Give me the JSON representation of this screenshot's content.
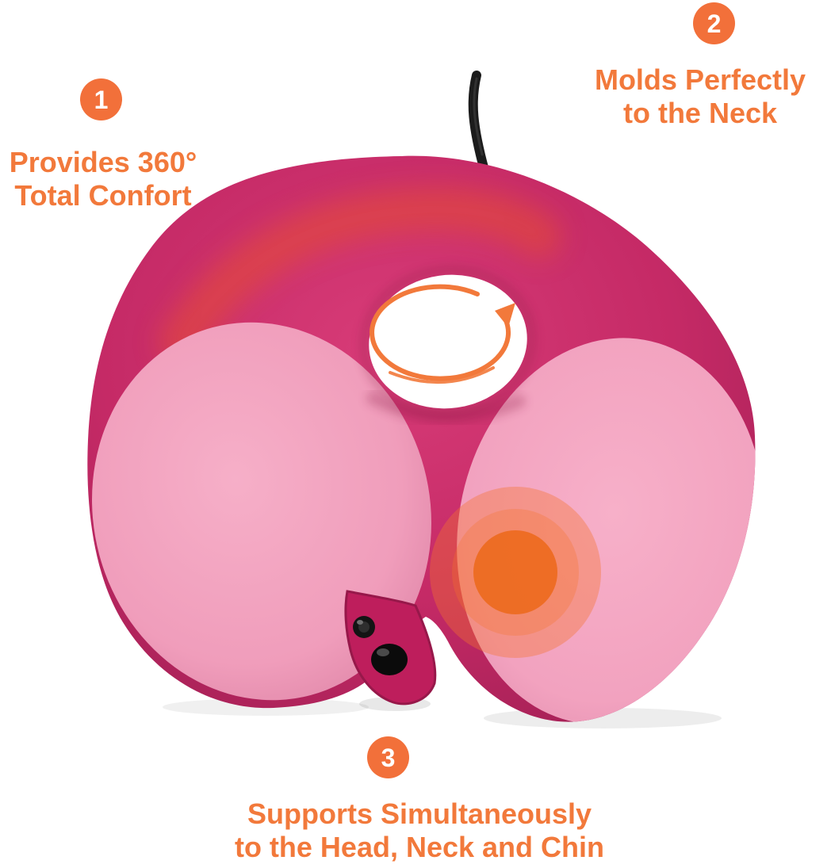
{
  "colors": {
    "accent_orange": "#F2793B",
    "badge_orange": "#F2703A",
    "pillow_magenta": "#C52A66",
    "pillow_light_pink": "#F2A2BF",
    "support_highlight_orange": "#ED6A1F",
    "background": "#FFFFFF"
  },
  "callouts": [
    {
      "number": "1",
      "lines": [
        "Provides 360°",
        "Total Confort"
      ]
    },
    {
      "number": "2",
      "lines": [
        "Molds Perfectly",
        "to the Neck"
      ]
    },
    {
      "number": "3",
      "lines": [
        "Supports Simultaneously",
        "to the Head, Neck and Chin"
      ]
    }
  ],
  "icons": {
    "rotation_arrow": "rotation-arrow-icon",
    "support_rings": "support-rings-icon",
    "hanging_cord": "hanging-cord",
    "snap_buttons": "snap-button"
  }
}
